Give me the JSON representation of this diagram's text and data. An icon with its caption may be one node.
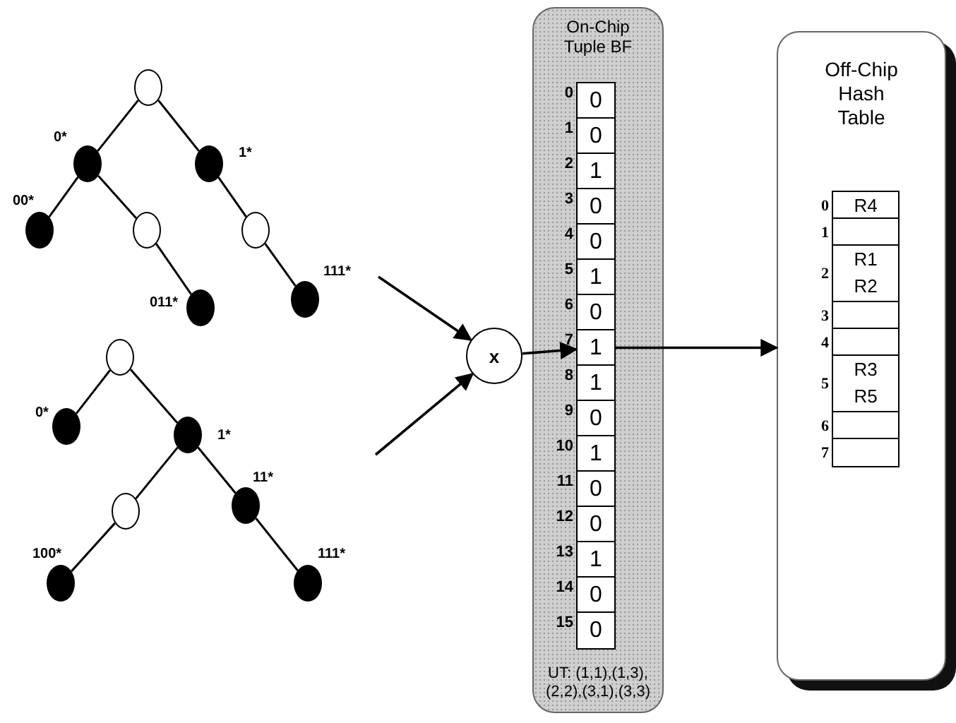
{
  "diagram": {
    "nodes": [
      {
        "text": [],
        "shape": "circle"
      },
      {
        "text": [],
        "shape": "circle",
        "beside": [
          "0*"
        ]
      },
      {
        "text": [],
        "shape": "circle",
        "beside": [
          "1*"
        ]
      },
      {
        "text": [],
        "shape": "circle",
        "beside": [
          "00*"
        ]
      },
      {
        "text": [],
        "shape": "circle"
      },
      {
        "text": [],
        "shape": "circle"
      },
      {
        "text": [],
        "shape": "circle",
        "beside": [
          "011*"
        ]
      },
      {
        "text": [],
        "shape": "circle",
        "beside": [
          "111*"
        ]
      },
      {
        "text": [],
        "shape": "circle"
      },
      {
        "text": [],
        "shape": "circle",
        "beside": [
          "0*"
        ]
      },
      {
        "text": [],
        "shape": "circle",
        "beside": [
          "1*"
        ]
      },
      {
        "text": [],
        "shape": "circle"
      },
      {
        "text": [],
        "shape": "circle",
        "beside": [
          "11*"
        ]
      },
      {
        "text": [],
        "shape": "circle",
        "beside": [
          "100*"
        ]
      },
      {
        "text": [],
        "shape": "circle",
        "beside": [
          "111*"
        ]
      },
      {
        "text": [
          "x"
        ]
      },
      {
        "text": [
          "On-Chip Tuple BF",
          "UT: (1,1),(1,3),(2,2),(3,1),(3,3)"
        ]
      },
      {
        "text": [
          "0"
        ],
        "beside": [
          "0"
        ],
        "in": 16
      },
      {
        "text": [
          "0"
        ],
        "beside": [
          "1"
        ],
        "in": 16
      },
      {
        "text": [
          "1"
        ],
        "beside": [
          "2"
        ],
        "in": 16
      },
      {
        "text": [
          "0"
        ],
        "beside": [
          "3"
        ],
        "in": 16
      },
      {
        "text": [
          "0"
        ],
        "beside": [
          "4"
        ],
        "in": 16
      },
      {
        "text": [
          "1"
        ],
        "beside": [
          "5"
        ],
        "in": 16
      },
      {
        "text": [
          "0"
        ],
        "beside": [
          "6"
        ],
        "in": 16
      },
      {
        "text": [
          "1"
        ],
        "beside": [
          "7"
        ],
        "in": 16
      },
      {
        "text": [
          "1"
        ],
        "beside": [
          "8"
        ],
        "in": 16
      },
      {
        "text": [
          "0"
        ],
        "beside": [
          "9"
        ],
        "in": 16
      },
      {
        "text": [
          "1"
        ],
        "beside": [
          "10"
        ],
        "in": 16
      },
      {
        "text": [
          "0"
        ],
        "beside": [
          "11"
        ],
        "in": 16
      },
      {
        "text": [
          "0"
        ],
        "beside": [
          "12"
        ],
        "in": 16
      },
      {
        "text": [
          "1"
        ],
        "beside": [
          "13"
        ],
        "in": 16
      },
      {
        "text": [
          "0"
        ],
        "beside": [
          "14"
        ],
        "in": 16
      },
      {
        "text": [
          "0"
        ],
        "beside": [
          "15"
        ],
        "in": 16
      },
      {
        "text": [
          "Off-Chip Hash Table"
        ]
      },
      {
        "text": [
          "R4"
        ],
        "beside": [
          "0"
        ],
        "in": 33
      },
      {
        "text": [],
        "shape": "box",
        "beside": [
          "1"
        ],
        "in": 33
      },
      {
        "text": [
          "R1",
          "R2"
        ],
        "beside": [
          "2"
        ],
        "in": 33
      },
      {
        "text": [],
        "shape": "box",
        "beside": [
          "3"
        ],
        "in": 33
      },
      {
        "text": [],
        "shape": "box",
        "beside": [
          "4"
        ],
        "in": 33
      },
      {
        "text": [
          "R3",
          "R5"
        ],
        "beside": [
          "5"
        ],
        "in": 33
      },
      {
        "text": [],
        "shape": "box",
        "beside": [
          "6"
        ],
        "in": 33
      },
      {
        "text": [],
        "shape": "box",
        "beside": [
          "7"
        ],
        "in": 33
      }
    ],
    "edges": [
      {
        "from": 0,
        "to": 1,
        "arrow": "none"
      },
      {
        "from": 0,
        "to": 2,
        "arrow": "none"
      },
      {
        "from": 1,
        "to": 3,
        "arrow": "none"
      },
      {
        "from": 1,
        "to": 4,
        "arrow": "none"
      },
      {
        "from": 4,
        "to": 6,
        "arrow": "none"
      },
      {
        "from": 2,
        "to": 5,
        "arrow": "none"
      },
      {
        "from": 5,
        "to": 7,
        "arrow": "none"
      },
      {
        "from": 8,
        "to": 9,
        "arrow": "none"
      },
      {
        "from": 8,
        "to": 10,
        "arrow": "none"
      },
      {
        "from": 10,
        "to": 11,
        "arrow": "none"
      },
      {
        "from": 10,
        "to": 12,
        "arrow": "none"
      },
      {
        "from": 11,
        "to": 13,
        "arrow": "none"
      },
      {
        "from": 12,
        "to": 14,
        "arrow": "none"
      },
      {
        "from": null,
        "to": 15,
        "arrow": "to"
      },
      {
        "from": null,
        "to": 15,
        "arrow": "to"
      },
      {
        "from": 15,
        "to": 24,
        "arrow": "to"
      },
      {
        "from": 24,
        "to": 33,
        "arrow": "to"
      }
    ]
  }
}
